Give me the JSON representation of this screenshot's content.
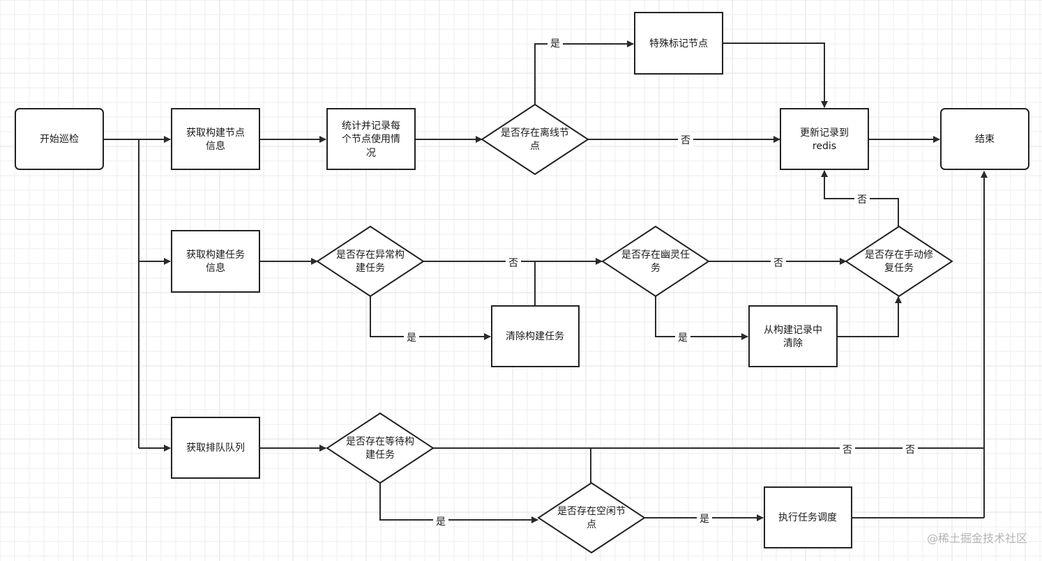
{
  "nodes": {
    "start": "开始巡检",
    "get_build_node_info": [
      "获取构建节点",
      "信息"
    ],
    "record_node_usage": [
      "统计并记录每",
      "个节点使用情",
      "况"
    ],
    "offline_node_check": [
      "是否存在离线节",
      "点"
    ],
    "mark_special_node": "特殊标记节点",
    "update_redis": [
      "更新记录到",
      "redis"
    ],
    "end": "结束",
    "get_build_task_info": [
      "获取构建任务",
      "信息"
    ],
    "abnormal_task_check": [
      "是否存在异常构",
      "建任务"
    ],
    "clear_build_task": "清除构建任务",
    "ghost_task_check": [
      "是否存在幽灵任",
      "务"
    ],
    "clear_from_records": [
      "从构建记录中",
      "清除"
    ],
    "manual_repair_check": [
      "是否存在手动修",
      "复任务"
    ],
    "get_queue": "获取排队队列",
    "waiting_task_check": [
      "是否存在等待构",
      "建任务"
    ],
    "idle_node_check": [
      "是否存在空闲节",
      "点"
    ],
    "execute_scheduling": "执行任务调度"
  },
  "edge_labels": {
    "offline_yes": "是",
    "offline_no": "否",
    "abnormal_no": "否",
    "abnormal_yes": "是",
    "ghost_no": "否",
    "ghost_yes": "是",
    "manual_no": "否",
    "waiting_no_1": "否",
    "waiting_no_2": "否",
    "waiting_yes": "是",
    "idle_yes": "是"
  },
  "watermark": "@稀土掘金技术社区"
}
